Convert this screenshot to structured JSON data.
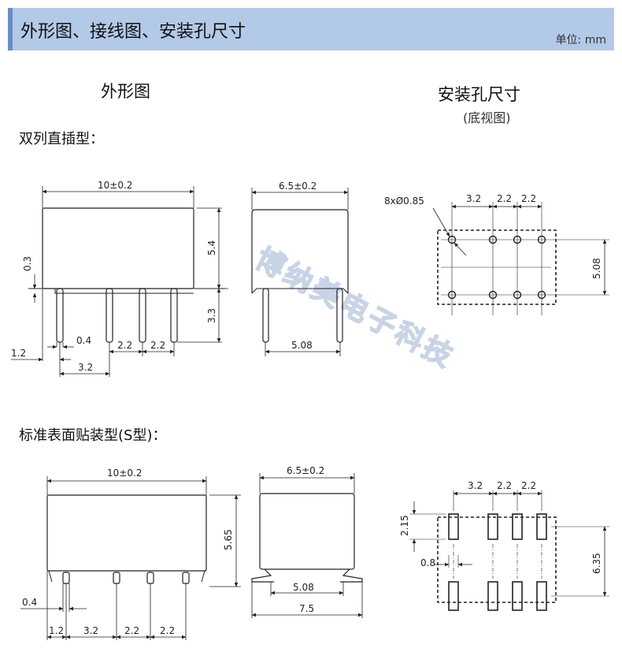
{
  "header": {
    "title": "外形图、接线图、安装孔尺寸",
    "unit": "单位: mm"
  },
  "sections": {
    "outline_title": "外形图",
    "mounting_title": "安装孔尺寸",
    "mounting_subtitle": "(底视图)"
  },
  "rows": {
    "dip_label": "双列直插型：",
    "smd_label": "标准表面贴装型(S型)："
  },
  "watermark": "博纳美电子科技",
  "dims": {
    "dip_front": {
      "width": "10±0.2",
      "height": "5.4",
      "standoff": "0.3",
      "pin_length": "3.3",
      "pin_width": "0.4",
      "edge": "1.2",
      "first_pitch": "3.2",
      "pitch_a": "2.2",
      "pitch_b": "2.2"
    },
    "dip_side": {
      "width": "6.5±0.2",
      "row_spacing": "5.08"
    },
    "dip_holes": {
      "hole_spec": "8xØ0.85",
      "p1": "3.2",
      "p2": "2.2",
      "p3": "2.2",
      "row_spacing": "5.08"
    },
    "smd_front": {
      "width": "10±0.2",
      "height": "5.65",
      "pin_width": "0.4",
      "edge": "1.2",
      "p1": "3.2",
      "p2": "2.2",
      "p3": "2.2"
    },
    "smd_side": {
      "width": "6.5±0.2",
      "inner": "5.08",
      "outer": "7.5"
    },
    "smd_pads": {
      "p1": "3.2",
      "p2": "2.2",
      "p3": "2.2",
      "pad_length": "2.15",
      "pad_width": "0.8",
      "row_spacing": "6.35"
    }
  },
  "colors": {
    "header_bg": "#b3c9e8",
    "header_accent": "#6a8cc4",
    "line": "#222222"
  }
}
